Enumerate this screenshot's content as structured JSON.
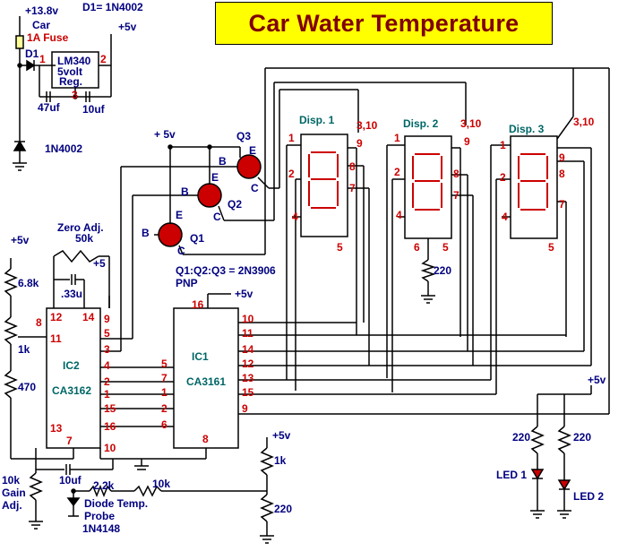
{
  "title": "Car Water Temperature",
  "colors": {
    "wire": "#000000",
    "label_red": "#cc0000",
    "label_blue": "#000080",
    "label_teal": "#006666",
    "title_bg": "#ffff00",
    "title_text": "#800000",
    "segment": "#cc0000"
  },
  "power": {
    "supply": "+13.8v",
    "car": "Car",
    "fuse": "1A Fuse",
    "d1_note": "D1= 1N4002",
    "d1": "D1",
    "plus5": "+5v"
  },
  "regulator": {
    "name": "LM340",
    "line2": "5volt",
    "line3": "Reg.",
    "pin1": "1",
    "pin2": "2",
    "pin3": "3",
    "cap_in": "47uf",
    "cap_out": "10uf"
  },
  "diode_bottom": "1N4002",
  "transistors": {
    "q1": "Q1",
    "q2": "Q2",
    "q3": "Q3",
    "b": "B",
    "c": "C",
    "e": "E",
    "plus5": "+ 5v",
    "note": "Q1:Q2:Q3 = 2N3906",
    "note2": "PNP"
  },
  "displays": [
    {
      "label": "Disp. 1",
      "pins_top": "3,10",
      "p1": "1",
      "p2": "2",
      "p4": "4",
      "p5": "5",
      "p7": "7",
      "p8": "8",
      "p9": "9"
    },
    {
      "label": "Disp. 2",
      "pins_top": "3,10",
      "p1": "1",
      "p2": "2",
      "p4": "4",
      "p5": "5",
      "p6": "6",
      "p7": "7",
      "p8": "8",
      "p9": "9",
      "resistor": "220"
    },
    {
      "label": "Disp. 3",
      "pins_top": "3,10",
      "p1": "1",
      "p2": "2",
      "p4": "4",
      "p5": "5",
      "p7": "7",
      "p8": "8",
      "p9": "9"
    }
  ],
  "ic2": {
    "name": "IC2",
    "part": "CA3162",
    "pins": [
      "8",
      "12",
      "14",
      "9",
      "11",
      "5",
      "3",
      "4",
      "2",
      "1",
      "15",
      "16",
      "13",
      "7",
      "10"
    ]
  },
  "ic1": {
    "name": "IC1",
    "part": "CA3161",
    "pin16": "16",
    "pin8": "8",
    "left_pins": [
      "5",
      "7",
      "1",
      "2",
      "6"
    ],
    "right_pins": [
      "10",
      "11",
      "14",
      "12",
      "13",
      "15",
      "9"
    ]
  },
  "zero_adj": {
    "label": "Zero Adj.",
    "value": "50k",
    "plus5": "+5",
    "cap": ".33u"
  },
  "left_network": {
    "plus5": "+5v",
    "r1": "6.8k",
    "pot": "1k",
    "r2": "470"
  },
  "gain": {
    "label": "10k",
    "label2": "Gain",
    "label3": "Adj.",
    "cap": "10uf",
    "r": "2.2k",
    "r2": "10k",
    "probe1": "Diode Temp.",
    "probe2": "Probe",
    "probe3": "1N4148"
  },
  "right_divider": {
    "plus5": "+5v",
    "r1": "1k",
    "r2": "220"
  },
  "leds": {
    "plus5": "+5v",
    "r1": "220",
    "r2": "220",
    "led1": "LED 1",
    "led2": "LED 2"
  },
  "ic1_plus5": "+5v"
}
